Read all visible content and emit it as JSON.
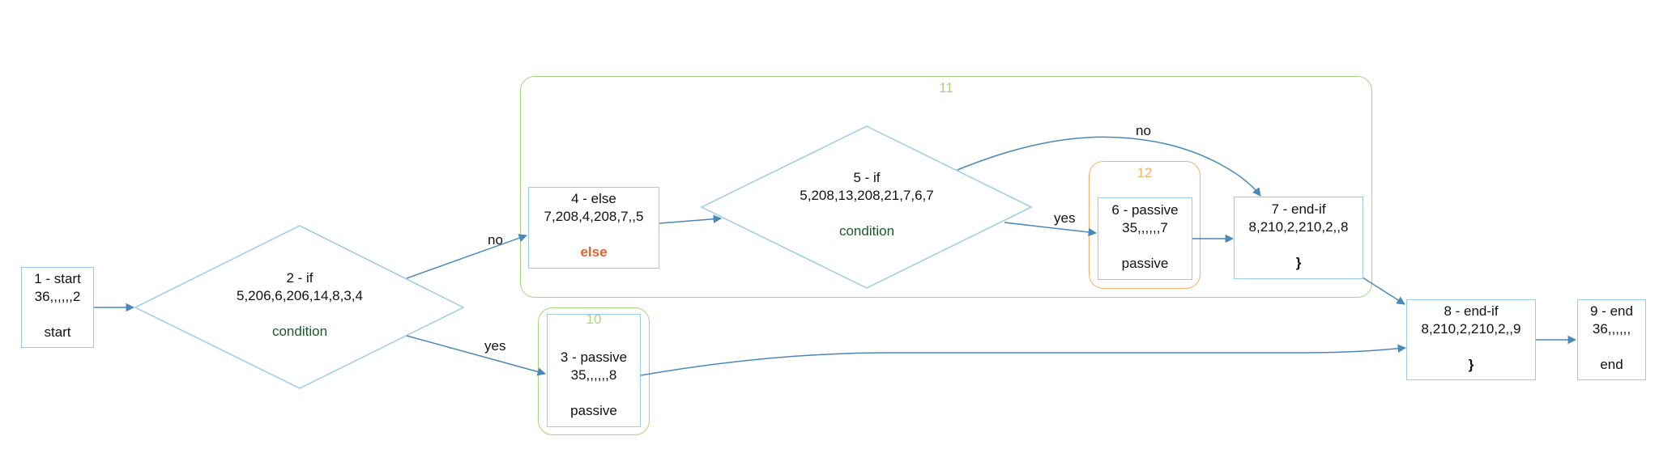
{
  "clusters": {
    "c11": {
      "label": "11",
      "color": "#a8d47c"
    },
    "c10": {
      "label": "10",
      "color": "#a8d47c"
    },
    "c12": {
      "label": "12",
      "color": "#f5b06a"
    }
  },
  "nodes": {
    "n1": {
      "title": "1 - start",
      "code": "36,,,,,,2",
      "tag": "start"
    },
    "n2": {
      "title": "2 - if",
      "code": "5,206,6,206,14,8,3,4",
      "tag": "condition"
    },
    "n3": {
      "title": "3 - passive",
      "code": "35,,,,,,8",
      "tag": "passive"
    },
    "n4": {
      "title": "4 - else",
      "code": "7,208,4,208,7,,5",
      "tag": "else"
    },
    "n5": {
      "title": "5 - if",
      "code": "5,208,13,208,21,7,6,7",
      "tag": "condition"
    },
    "n6": {
      "title": "6 - passive",
      "code": "35,,,,,,7",
      "tag": "passive"
    },
    "n7": {
      "title": "7 - end-if",
      "code": "8,210,2,210,2,,8",
      "tag": "}"
    },
    "n8": {
      "title": "8 - end-if",
      "code": "8,210,2,210,2,,9",
      "tag": "}"
    },
    "n9": {
      "title": "9 - end",
      "code": "36,,,,,,",
      "tag": "end"
    }
  },
  "edge_labels": {
    "e2_4": "no",
    "e2_3": "yes",
    "e5_6": "yes",
    "e5_7": "no"
  },
  "colors": {
    "node_border": "#9ccbe8",
    "edge": "#4a88b8",
    "condition_text": "#1e5a2a",
    "else_text": "#e0622a"
  }
}
